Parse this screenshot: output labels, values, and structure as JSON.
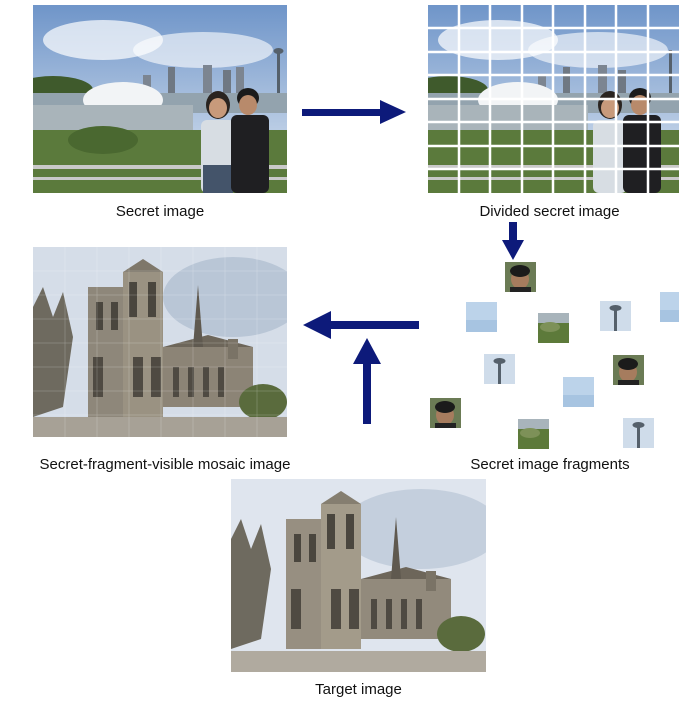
{
  "captions": {
    "secret": "Secret image",
    "divided": "Divided secret image",
    "mosaic": "Secret-fragment-visible mosaic image",
    "fragments": "Secret image fragments",
    "target": "Target image"
  },
  "colors": {
    "arrow": "#0d1a7a",
    "sky": "#bcd3ea",
    "sky_dark": "#8fb1d6",
    "grass": "#5d7a3a",
    "stone": "#9a9282",
    "stone_dark": "#6d665a",
    "grid": "#ffffff"
  },
  "fragments": [
    {
      "kind": "face"
    },
    {
      "kind": "sky"
    },
    {
      "kind": "grass"
    },
    {
      "kind": "tower"
    },
    {
      "kind": "sky"
    },
    {
      "kind": "tower"
    },
    {
      "kind": "sky"
    },
    {
      "kind": "face"
    },
    {
      "kind": "face"
    },
    {
      "kind": "grass"
    },
    {
      "kind": "tower"
    }
  ]
}
